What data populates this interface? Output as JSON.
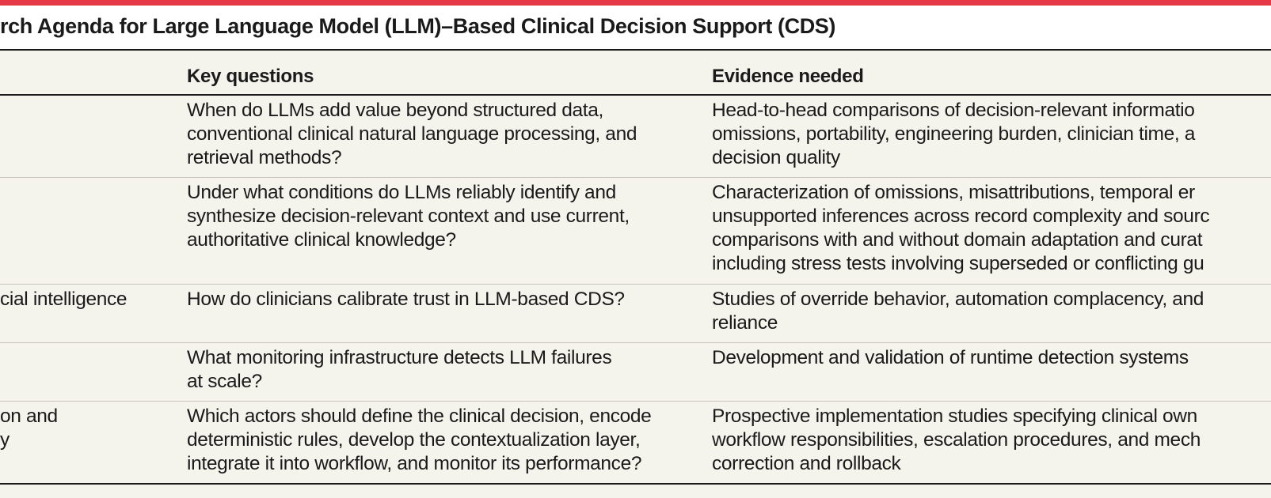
{
  "title": "rch Agenda for Large Language Model (LLM)–Based Clinical Decision Support (CDS)",
  "colors": {
    "accent": "#e63946",
    "table_bg": "#f4f3ec",
    "rule": "#1a1a1a",
    "row_divider": "#c8c6bc"
  },
  "columns": [
    "",
    "Key questions",
    "Evidence needed"
  ],
  "rows": [
    {
      "domain": "",
      "question": "When do LLMs add value beyond structured data,\nconventional clinical natural language processing, and\nretrieval methods?",
      "evidence": "Head-to-head comparisons of decision-relevant informatio\nomissions, portability, engineering burden, clinician time, a\ndecision quality"
    },
    {
      "domain": "",
      "question": "Under what conditions do LLMs reliably identify and\nsynthesize decision-relevant context and use current,\nauthoritative clinical knowledge?",
      "evidence": "Characterization of omissions, misattributions, temporal er\nunsupported inferences across record complexity and sourc\ncomparisons with and without domain adaptation and curat\nincluding stress tests involving superseded or conflicting gu"
    },
    {
      "domain": "cial intelligence",
      "question": "How do clinicians calibrate trust in LLM-based CDS?",
      "evidence": "Studies of override behavior, automation complacency, and\nreliance"
    },
    {
      "domain": "",
      "question": "What monitoring infrastructure detects LLM failures\nat scale?",
      "evidence": "Development and validation of runtime detection systems"
    },
    {
      "domain": "on and\ny",
      "question": "Which actors should define the clinical decision, encode\ndeterministic rules, develop the contextualization layer,\nintegrate it into workflow, and monitor its performance?",
      "evidence": "Prospective implementation studies specifying clinical own\nworkflow responsibilities, escalation procedures, and mech\ncorrection and rollback"
    }
  ]
}
